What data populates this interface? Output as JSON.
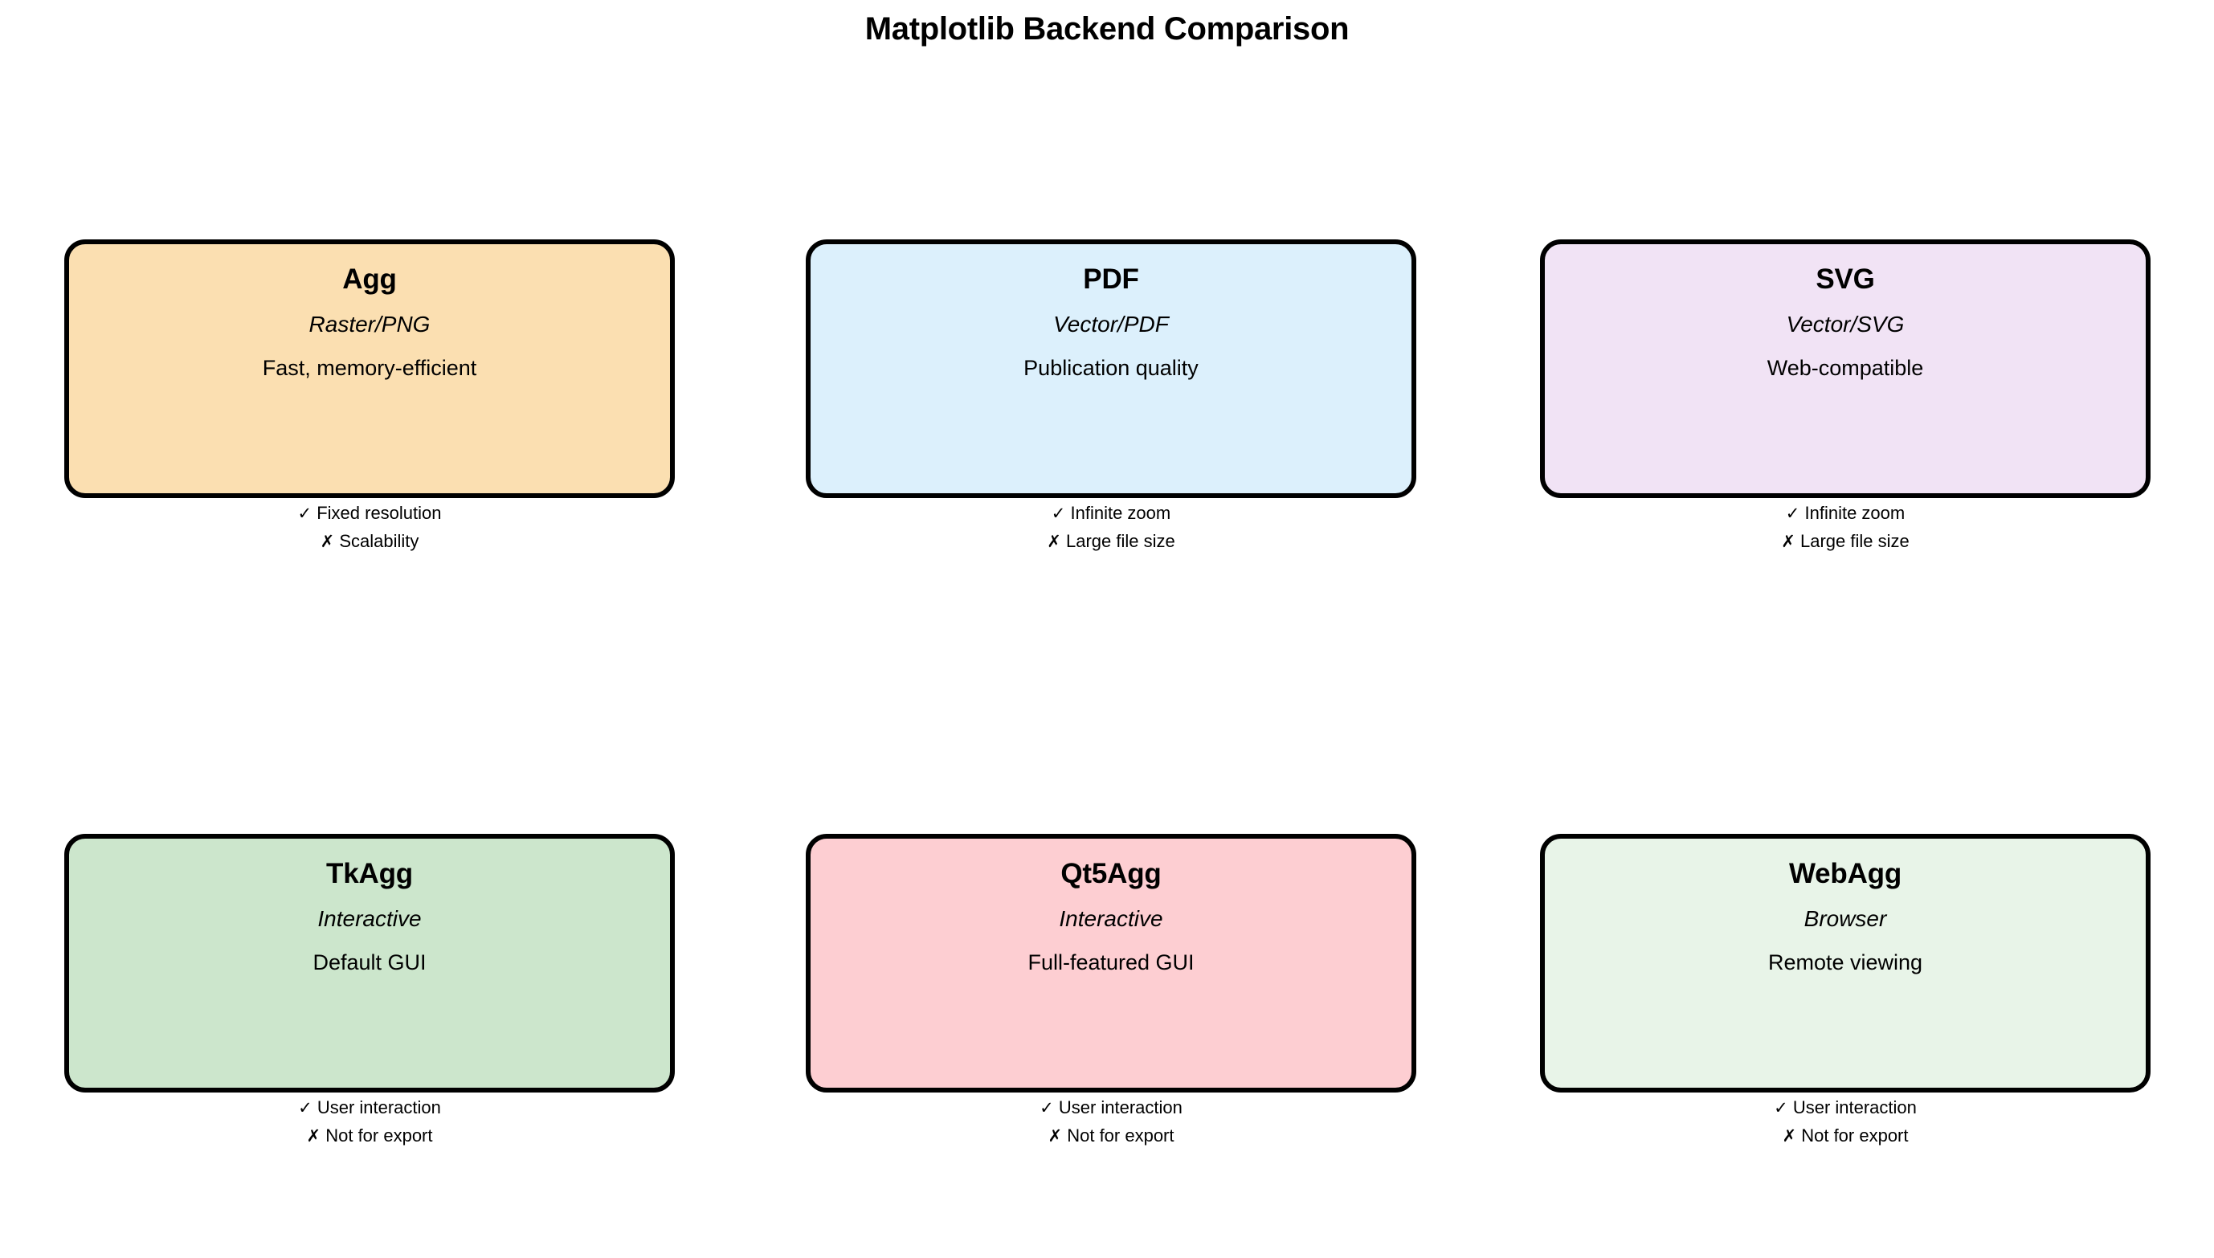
{
  "figure": {
    "title": "Matplotlib Backend Comparison",
    "background_color": "#ffffff",
    "border_color": "#000000"
  },
  "marks": {
    "pro": "✓",
    "con": "✗"
  },
  "backends": [
    {
      "name": "Agg",
      "type": "Raster/PNG",
      "description": "Fast, memory-efficient",
      "pro": "Fixed resolution",
      "con": "Scalability",
      "color": "#fbdfb1"
    },
    {
      "name": "PDF",
      "type": "Vector/PDF",
      "description": "Publication quality",
      "pro": "Infinite zoom",
      "con": "Large file size",
      "color": "#dcf0fc"
    },
    {
      "name": "SVG",
      "type": "Vector/SVG",
      "description": "Web-compatible",
      "pro": "Infinite zoom",
      "con": "Large file size",
      "color": "#f1e3f5"
    },
    {
      "name": "TkAgg",
      "type": "Interactive",
      "description": "Default GUI",
      "pro": "User interaction",
      "con": "Not for export",
      "color": "#cce6cc"
    },
    {
      "name": "Qt5Agg",
      "type": "Interactive",
      "description": "Full-featured GUI",
      "pro": "User interaction",
      "con": "Not for export",
      "color": "#fdced2"
    },
    {
      "name": "WebAgg",
      "type": "Browser",
      "description": "Remote viewing",
      "pro": "User interaction",
      "con": "Not for export",
      "color": "#e8f4e8"
    }
  ]
}
